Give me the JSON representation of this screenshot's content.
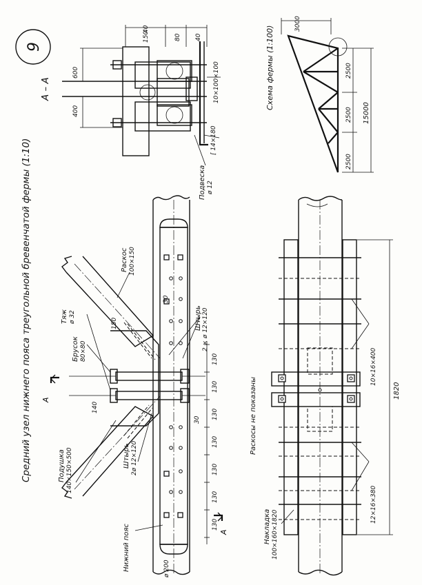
{
  "sheet_number": "9",
  "title": "Средний узел нижнего пояса треугольной бревенчатой фермы (1:10)",
  "section_label": "А – А",
  "section_marks": [
    "А",
    "А"
  ],
  "scheme_title": "Схема фермы (1:100)",
  "note": "Раскосы не показаны",
  "elements": {
    "raskos": {
      "name": "Раскос",
      "size": "100×150"
    },
    "tyazh": {
      "name": "Тяж",
      "size": "ø 32"
    },
    "brusok": {
      "name": "Брусок",
      "size": "80×80"
    },
    "podushka": {
      "name": "Подушка",
      "size": "140×150×500"
    },
    "shtyr_top": {
      "name": "Штырь",
      "size": "2 × ø 12×120"
    },
    "shtyr_bottom": {
      "name": "Штырь",
      "size": "2ø 12×120"
    },
    "nizhniy_poyas": {
      "name": "Нижний пояс"
    },
    "podveska": {
      "name": "Подвеска",
      "size": "ø 12"
    },
    "channel": "[ 14×180",
    "plate_section": "10×100×100",
    "nakladka": {
      "name": "Накладка",
      "size": "100×160×1820"
    },
    "bolts_top": "10×16×400",
    "bolts_bottom": "12×16×380"
  },
  "dimensions": {
    "bolt_spacing": [
      "130",
      "130",
      "130",
      "130",
      "130",
      "130",
      "130"
    ],
    "offset_30a": "30",
    "offset_30b": "30",
    "dim_140": "140",
    "dim_150": "150",
    "log_dia": "ø 200",
    "overall_1820": "1820",
    "section_600": "600",
    "section_400": "400",
    "section_40a": "40",
    "section_150": "150",
    "section_80": "80",
    "section_40b": "40",
    "scheme_3000": "3000",
    "scheme_2500a": "2500",
    "scheme_2500b": "2500",
    "scheme_2500c": "2500",
    "scheme_15000": "15000"
  }
}
